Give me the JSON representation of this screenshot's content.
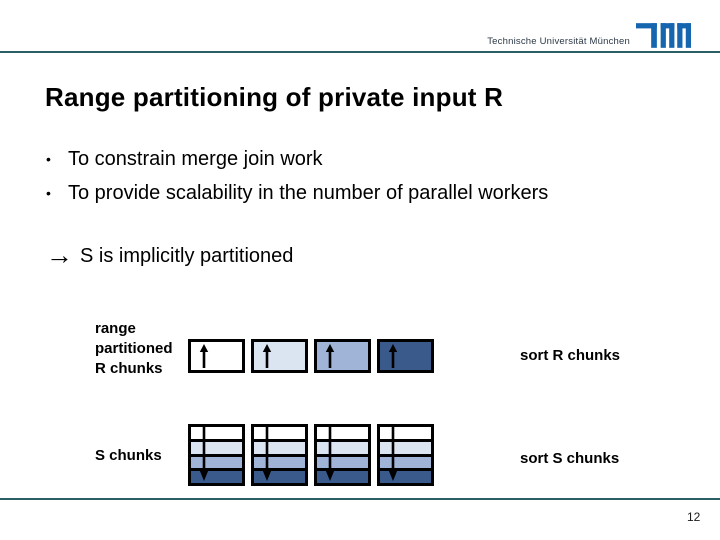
{
  "header": {
    "institution": "Technische Universität München",
    "logo": "tum-logo"
  },
  "title": "Range partitioning of private input R",
  "bullet_char": "•",
  "bullets": [
    "To constrain merge join work",
    "To provide scalability in the number of parallel workers"
  ],
  "note": {
    "arrow": "→",
    "text": "S is implicitly partitioned"
  },
  "diagram": {
    "r_label": "range partitioned R chunks",
    "sort_r_caption": "sort R chunks",
    "s_label": "S chunks",
    "sort_s_caption": "sort S chunks",
    "chunk_count": 4,
    "chunk_colors": [
      "#ffffff",
      "#dbe4f1",
      "#9fb4d6",
      "#3b5a8c"
    ],
    "r_arrow_direction": "up",
    "s_arrow_direction": "down"
  },
  "footer": {
    "page_number": "12"
  },
  "colors": {
    "logo_blue": "#1565af",
    "rule_teal": "#2a5f66",
    "text": "#000000",
    "arrow": "#000000"
  }
}
